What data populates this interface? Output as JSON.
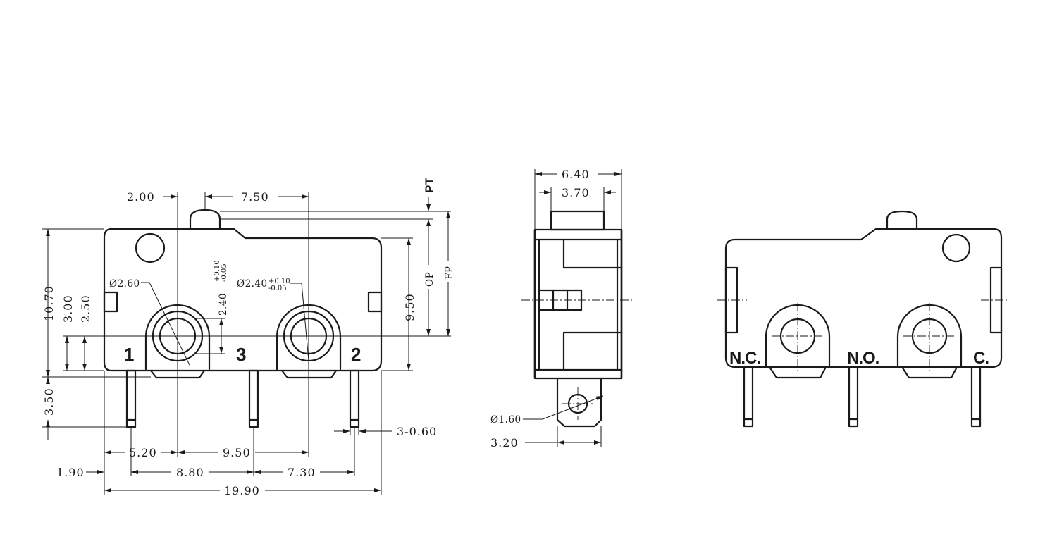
{
  "front_view": {
    "pins": [
      "1",
      "3",
      "2"
    ],
    "dims": {
      "d_2_00": "2.00",
      "d_7_50": "7.50",
      "d_10_70": "10.70",
      "d_3_00": "3.00",
      "d_2_50": "2.50",
      "d_3_50": "3.50",
      "d_9_50_v": "9.50",
      "hole_left": "Ø2.60",
      "hole_right_base": "Ø2.40",
      "tol_plus": "+0.10",
      "tol_minus": "-0.05",
      "vert_tol_base": "2.40",
      "d_5_20": "5.20",
      "d_9_50_h": "9.50",
      "d_1_90": "1.90",
      "d_8_80": "8.80",
      "d_7_30": "7.30",
      "d_19_90": "19.90",
      "d_3_060": "3-0.60",
      "pt": "PT",
      "op": "OP",
      "fp": "FP"
    }
  },
  "side_view": {
    "dims": {
      "d_6_40": "6.40",
      "d_3_70": "3.70",
      "hole": "Ø1.60",
      "d_3_20": "3.20"
    }
  },
  "back_view": {
    "terminals": [
      "N.C.",
      "N.O.",
      "C."
    ]
  }
}
